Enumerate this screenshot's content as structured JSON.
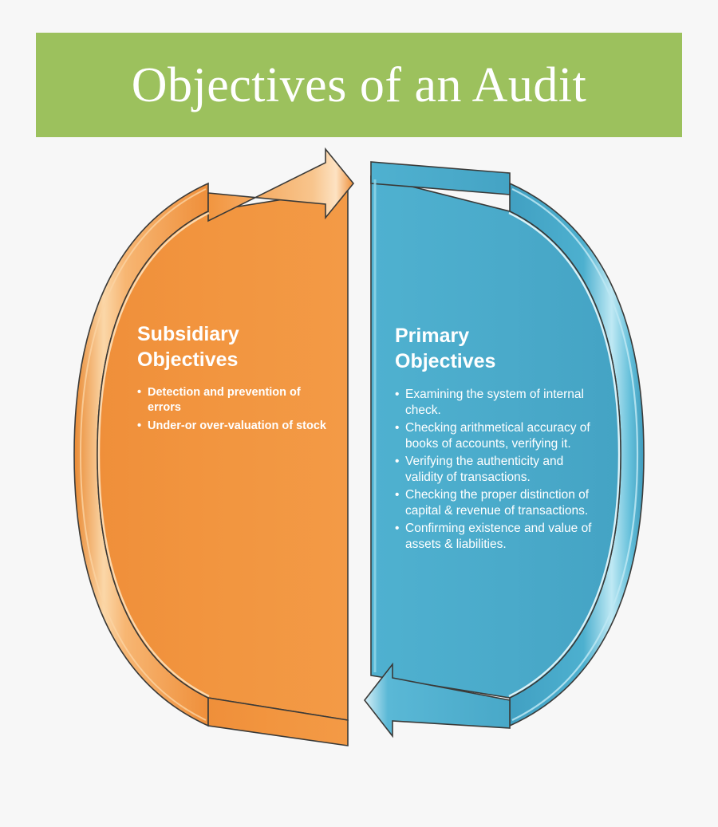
{
  "title": {
    "text": "Objectives of an Audit",
    "banner_color": "#9cc15d",
    "text_color": "#ffffff"
  },
  "background_color": "#f7f7f7",
  "diagram": {
    "type": "two-half circular cycle",
    "halves": [
      {
        "id": "subsidiary",
        "side": "left",
        "heading": "Subsidiary\nObjectives",
        "color": "#f2943f",
        "arrow_direction": "up-right",
        "bullets": [
          "Detection and prevention of errors",
          "Under-or over-valuation of stock"
        ]
      },
      {
        "id": "primary",
        "side": "right",
        "heading": "Primary\nObjectives",
        "color": "#4aaaca",
        "arrow_direction": "down-left",
        "bullets": [
          "Examining the system of internal check.",
          "Checking arithmetical accuracy of books of accounts, verifying it.",
          "Verifying the authenticity and validity of transactions.",
          "Checking the proper distinction of capital & revenue of transactions.",
          "Confirming existence and value of assets & liabilities."
        ]
      }
    ]
  }
}
